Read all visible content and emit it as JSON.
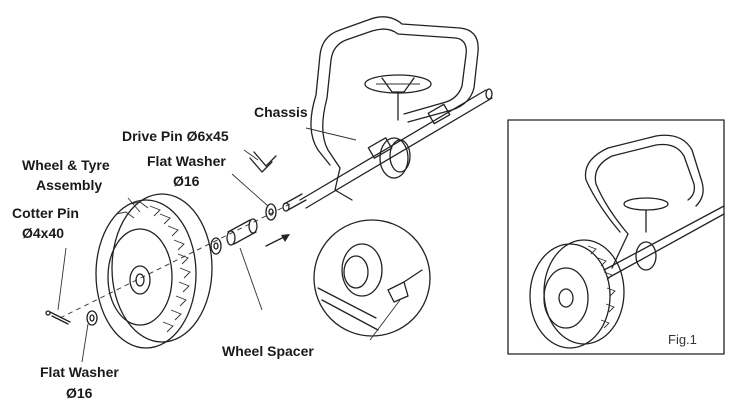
{
  "labels": {
    "chassis": "Chassis",
    "drive_pin": "Drive Pin Ø6x45",
    "flat_washer_top_1": "Flat Washer",
    "flat_washer_top_2": "Ø16",
    "wheel_tyre_1": "Wheel & Tyre",
    "wheel_tyre_2": "Assembly",
    "cotter_pin_1": "Cotter Pin",
    "cotter_pin_2": "Ø4x40",
    "wheel_spacer": "Wheel Spacer",
    "flat_washer_bottom_1": "Flat Washer",
    "flat_washer_bottom_2": "Ø16"
  },
  "inset": {
    "figure_label": "Fig.1"
  }
}
